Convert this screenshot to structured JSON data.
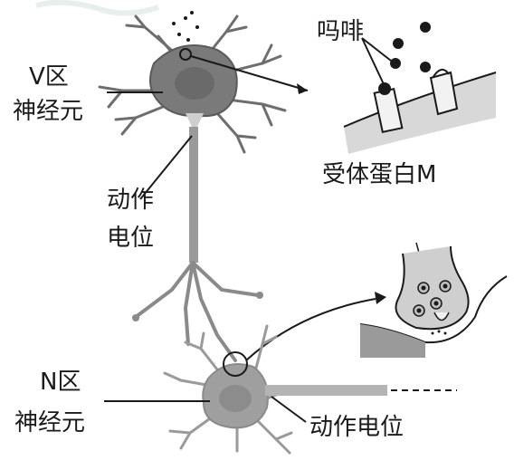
{
  "labels": {
    "v_region_1": "V区",
    "v_region_2": "神经元",
    "action_potential_top_1": "动作",
    "action_potential_top_2": "电位",
    "morphine": "吗啡",
    "receptor": "受体蛋白M",
    "n_region_1": "N区",
    "n_region_2": "神经元",
    "action_potential_bottom": "动作电位"
  },
  "colors": {
    "neuron_fill": "#7a7a7a",
    "neuron_dark": "#555555",
    "axon": "#9a9a9a",
    "ink": "#1a1a1a",
    "membrane_fill": "#d8d8d8",
    "vesicle_fill": "#bdbdbd"
  }
}
